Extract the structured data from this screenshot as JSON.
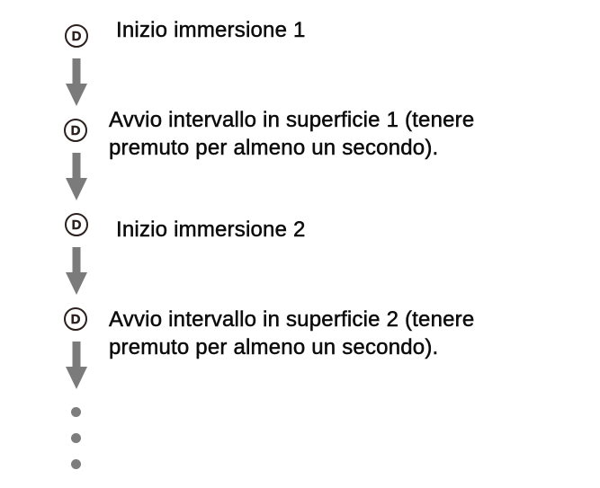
{
  "diagram": {
    "icon_label": "D",
    "colors": {
      "bg": "#ffffff",
      "text": "#0c0c0c",
      "icon": "#2b201d",
      "arrow": "#7b7b7b",
      "dot": "#7d7d7d"
    },
    "steps": [
      {
        "label": "Inizio immersione 1"
      },
      {
        "label": "Avvio intervallo in superficie 1 (tenere\npremuto per almeno un secondo)."
      },
      {
        "label": "Inizio immersione 2"
      },
      {
        "label": "Avvio intervallo in superficie 2 (tenere\npremuto per almeno un secondo)."
      }
    ],
    "ellipsis_dot_count": 3
  }
}
